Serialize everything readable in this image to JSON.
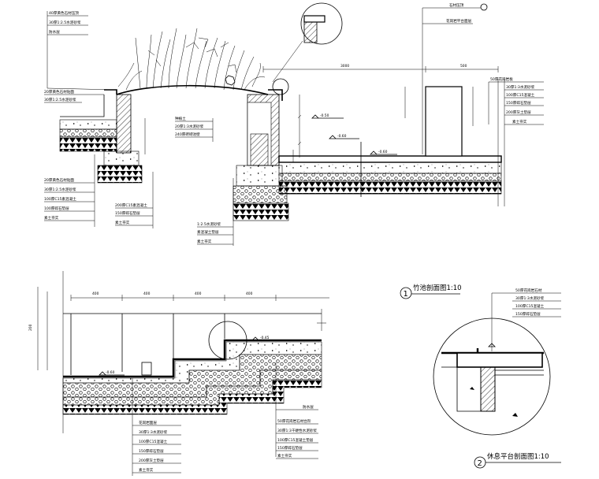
{
  "titles": {
    "section1": {
      "number": "1",
      "text": "竹池剖面图1:10"
    },
    "section2": {
      "number": "2",
      "text": "休息平台剖面图1:10"
    }
  },
  "dimensions": {
    "top": [
      "3000",
      "500"
    ],
    "lower": [
      "400",
      "400",
      "400",
      "400"
    ],
    "lower_height": "200"
  },
  "elevations": {
    "top": [
      "-0.50",
      "-0.60",
      "-0.60"
    ],
    "lower": [
      "-0.60",
      "-0.45"
    ]
  },
  "notes": {
    "pool_left_top": [
      "40厚黄色石材压顶",
      "30厚1:2.5水泥砂浆",
      "防水层"
    ],
    "pool_left_mid": [
      "20厚黄色石材贴面",
      "30厚1:2.5水泥砂浆"
    ],
    "pool_left_bottom": [
      "20厚黄色石材贴面",
      "30厚1:2.5水泥砂浆",
      "100厚C15素混凝土",
      "100厚碎石垫层",
      "素土夯实"
    ],
    "pool_center": [
      "种植土",
      "20厚1:3水泥砂浆",
      "240厚砖砌池壁"
    ],
    "pool_center_bottom": [
      "200厚C15素混凝土",
      "150厚碎石垫层",
      "素土夯实"
    ],
    "pool_base": [
      "1:2.5水泥砂浆",
      "素混凝土垫层",
      "素土夯实"
    ],
    "detail_top": [
      "石材压顶",
      "花岗岩平台面层"
    ],
    "right_stack": [
      "50厚花岗岩板",
      "30厚1:3水泥砂浆",
      "100厚C15混凝土",
      "150厚碎石垫层",
      "200厚灰土垫层",
      "素土夯实"
    ],
    "step_right": [
      "防水层"
    ],
    "step_bottom_right": [
      "50厚花岗岩石材台阶",
      "30厚1:3干硬性水泥砂浆",
      "100厚C15混凝土垫层",
      "150厚碎石垫层",
      "素土夯实"
    ],
    "step_bottom_left": [
      "花岗岩面层",
      "30厚1:3水泥砂浆",
      "100厚C15混凝土",
      "150厚碎石垫层",
      "200厚灰土垫层",
      "素土夯实"
    ],
    "detail2": [
      "50厚花岗岩石材",
      "30厚1:3水泥砂浆",
      "100厚C15混凝土",
      "150厚碎石垫层"
    ]
  }
}
